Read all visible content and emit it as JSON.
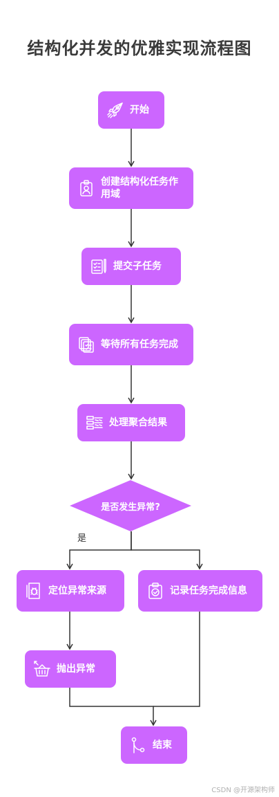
{
  "title": "结构化并发的优雅实现流程图",
  "colors": {
    "node_fill": "#cc66ff",
    "edge": "#333333",
    "text": "#ffffff"
  },
  "nodes": {
    "start": {
      "label": "开始",
      "icon": "rocket-icon"
    },
    "create_scope": {
      "label": "创建结构化任务作用域",
      "icon": "id-badge-icon"
    },
    "submit_subtasks": {
      "label": "提交子任务",
      "icon": "checklist-pen-icon"
    },
    "wait_all": {
      "label": "等待所有任务完成",
      "icon": "stacked-documents-icon"
    },
    "aggregate": {
      "label": "处理聚合结果",
      "icon": "list-merge-icon"
    },
    "decision": {
      "label": "是否发生异常?"
    },
    "locate_source": {
      "label": "定位异常来源",
      "icon": "bug-icon"
    },
    "log_completion": {
      "label": "记录任务完成信息",
      "icon": "clipboard-check-icon"
    },
    "throw_exception": {
      "label": "抛出异常",
      "icon": "basket-out-icon"
    },
    "end": {
      "label": "结束",
      "icon": "git-merge-icon"
    }
  },
  "edge_labels": {
    "yes": "是"
  },
  "watermark": "CSDN @开源架构师"
}
